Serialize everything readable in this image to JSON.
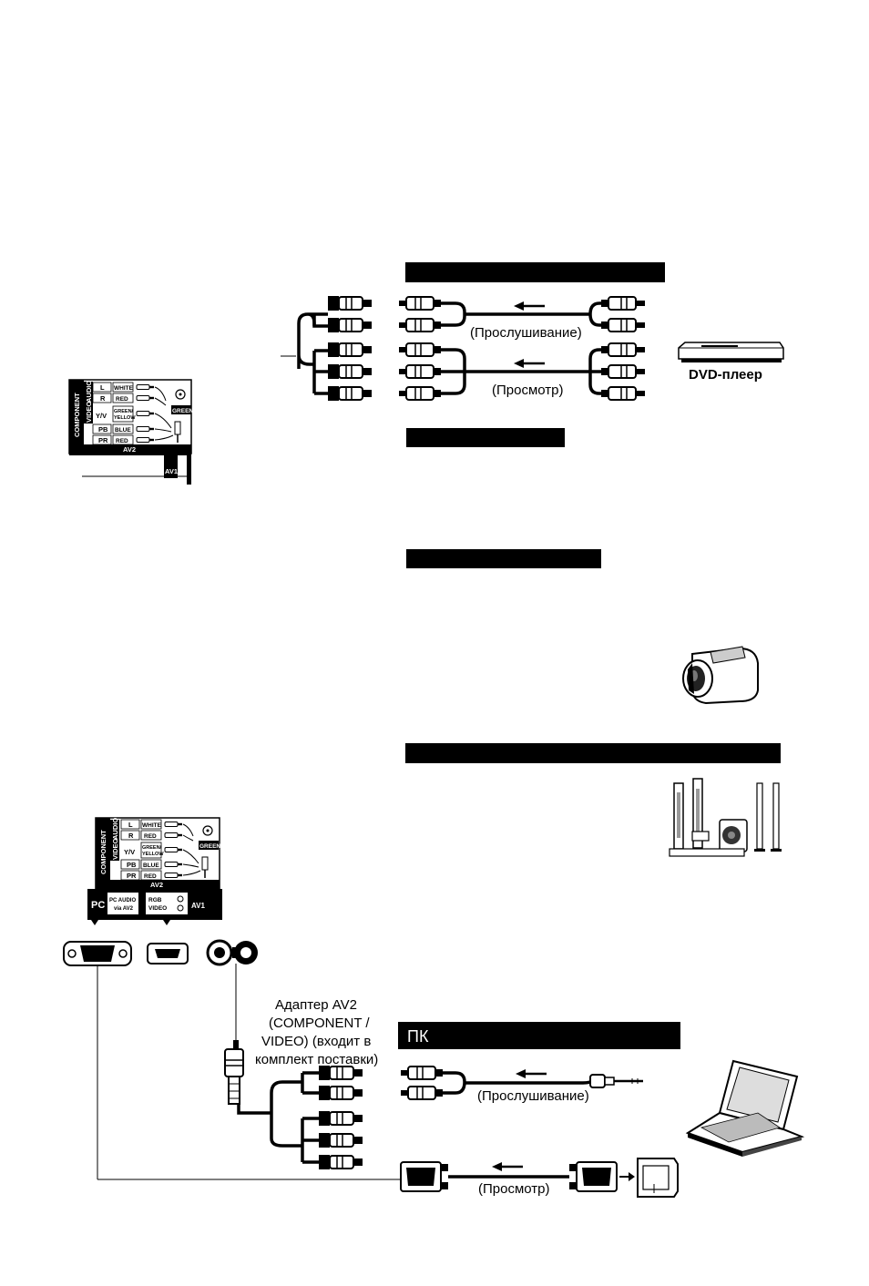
{
  "sections": {
    "dvd": {
      "title": "",
      "listen_label": "(Прослушивание)",
      "view_label": "(Просмотр)",
      "device_label": "DVD-плеер"
    },
    "second": {
      "title": ""
    },
    "camcorder": {
      "title": ""
    },
    "speakers": {
      "title": ""
    },
    "pc": {
      "title": "ПК",
      "adapter_label": [
        "Адаптер AV2",
        "(COMPONENT /",
        "VIDEO) (входит в",
        "комплект поставки)"
      ],
      "listen_label": "(Прослушивание)",
      "view_label": "(Просмотр)"
    }
  },
  "panel": {
    "component": "COMPONENT",
    "video": "VIDEO",
    "audio": "AUDIO",
    "rows": [
      {
        "port": "L",
        "color": "WHITE"
      },
      {
        "port": "R",
        "color": "RED"
      },
      {
        "port": "Y/V",
        "color": "GREEN/ YELLOW"
      },
      {
        "port": "PB",
        "color": "BLUE"
      },
      {
        "port": "PR",
        "color": "RED"
      }
    ],
    "green": "GREEN",
    "av2": "AV2",
    "av1": "AV1",
    "pc": "PC",
    "pc_audio": [
      "PC AUDIO",
      "via AV2"
    ],
    "rgb_video": [
      "RGB",
      "VIDEO"
    ]
  }
}
